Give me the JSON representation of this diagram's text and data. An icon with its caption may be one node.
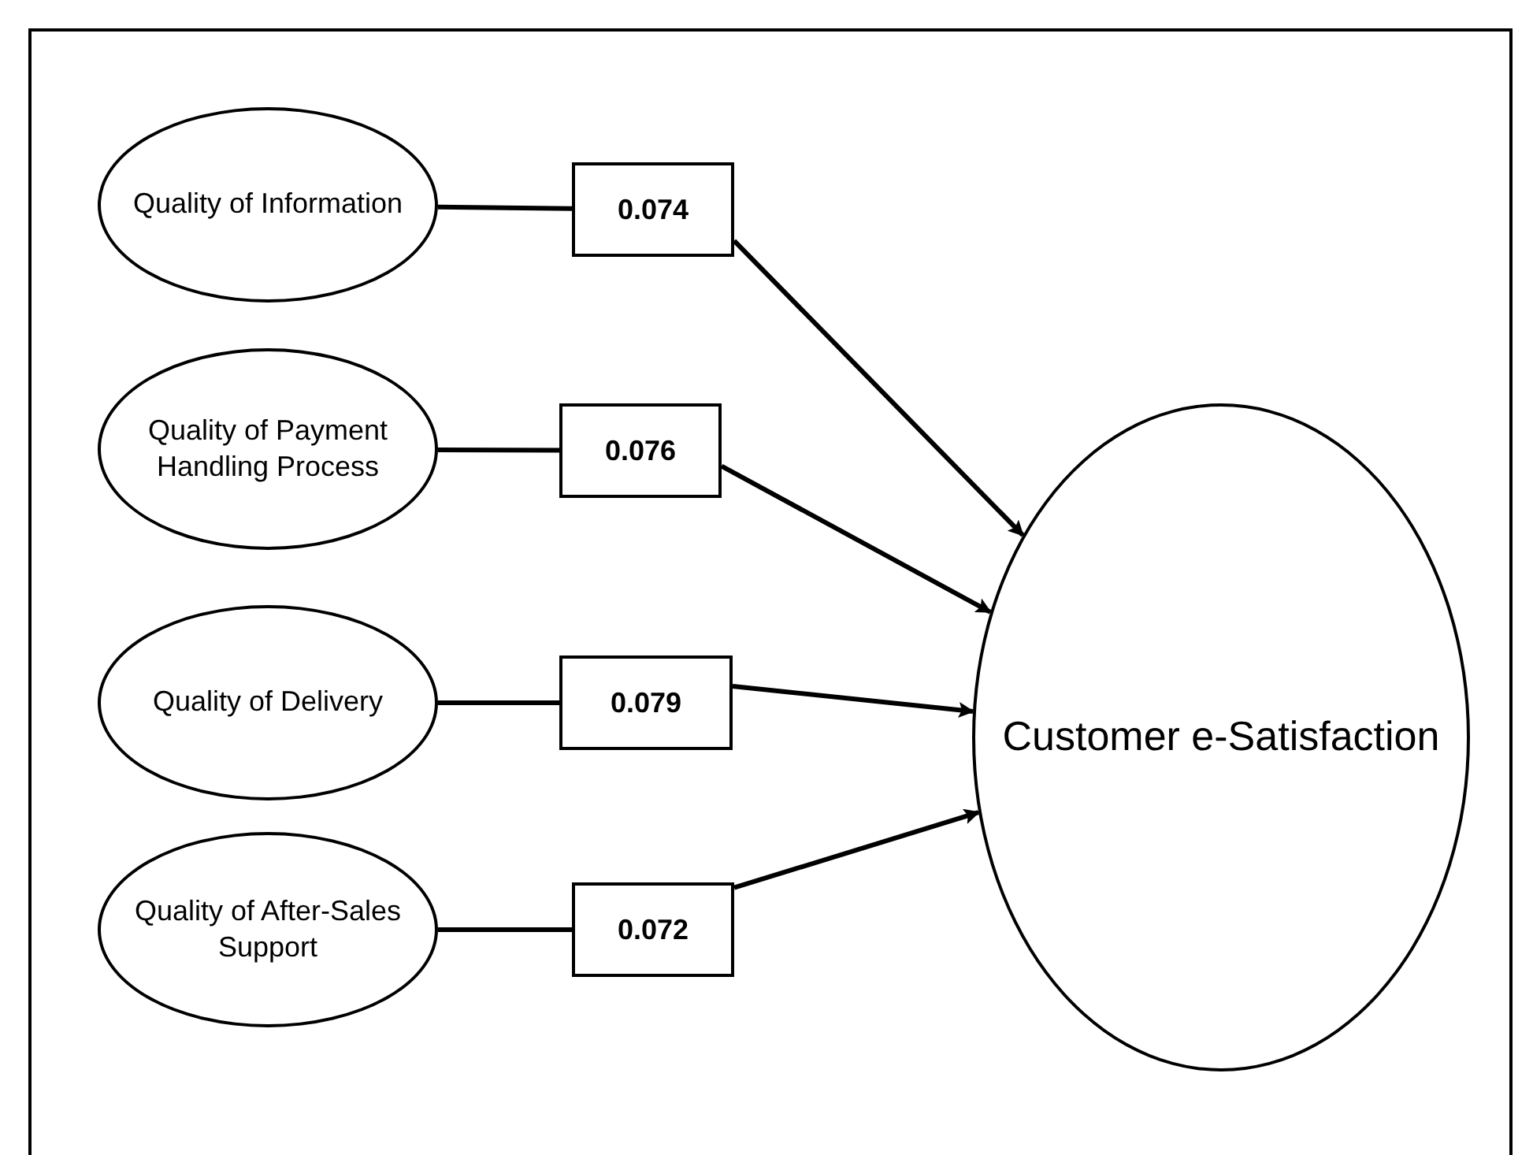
{
  "diagram": {
    "nodes": [
      {
        "text": [
          "Quality of Information"
        ]
      },
      {
        "text": [
          "0.074"
        ]
      },
      {
        "text": [
          "Quality of Payment Handling Process"
        ]
      },
      {
        "text": [
          "0.076"
        ]
      },
      {
        "text": [
          "Quality of Delivery"
        ]
      },
      {
        "text": [
          "0.079"
        ]
      },
      {
        "text": [
          "Quality of After-Sales Support"
        ]
      },
      {
        "text": [
          "0.072"
        ]
      },
      {
        "text": [
          "Customer e-Satisfaction"
        ]
      }
    ],
    "edges": [
      {
        "from": 0,
        "to": 1,
        "arrow": "none"
      },
      {
        "from": 1,
        "to": 8,
        "arrow": "to"
      },
      {
        "from": 2,
        "to": 3,
        "arrow": "none"
      },
      {
        "from": 3,
        "to": 8,
        "arrow": "to"
      },
      {
        "from": 4,
        "to": 5,
        "arrow": "none"
      },
      {
        "from": 5,
        "to": 8,
        "arrow": "to"
      },
      {
        "from": 6,
        "to": 7,
        "arrow": "none"
      },
      {
        "from": 7,
        "to": 8,
        "arrow": "to"
      }
    ]
  }
}
